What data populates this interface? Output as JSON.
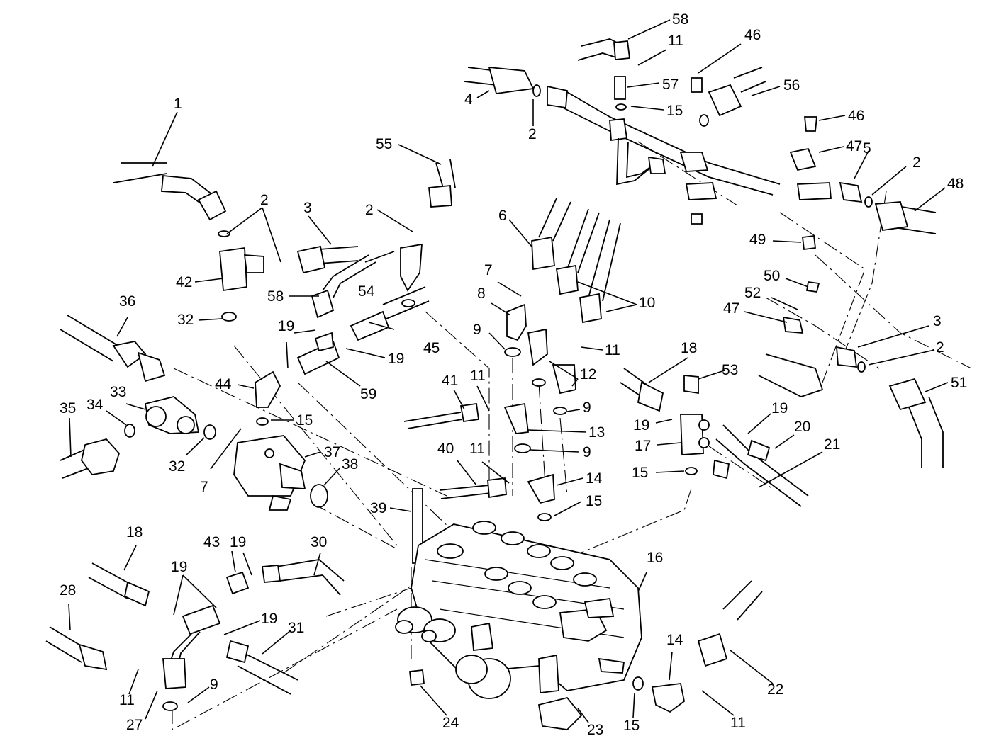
{
  "callouts": [
    {
      "id": "c1",
      "text": "1"
    },
    {
      "id": "c2a",
      "text": "2"
    },
    {
      "id": "c3a",
      "text": "3"
    },
    {
      "id": "c42",
      "text": "42"
    },
    {
      "id": "c32a",
      "text": "32"
    },
    {
      "id": "c36",
      "text": "36"
    },
    {
      "id": "c33",
      "text": "33"
    },
    {
      "id": "c34",
      "text": "34"
    },
    {
      "id": "c35",
      "text": "35"
    },
    {
      "id": "c32b",
      "text": "32"
    },
    {
      "id": "c7a",
      "text": "7"
    },
    {
      "id": "c37",
      "text": "37"
    },
    {
      "id": "c38",
      "text": "38"
    },
    {
      "id": "c15a",
      "text": "15"
    },
    {
      "id": "c44",
      "text": "44"
    },
    {
      "id": "c58a",
      "text": "58"
    },
    {
      "id": "c19a",
      "text": "19"
    },
    {
      "id": "c59",
      "text": "59"
    },
    {
      "id": "c19b",
      "text": "19"
    },
    {
      "id": "c45",
      "text": "45"
    },
    {
      "id": "c2b",
      "text": "2"
    },
    {
      "id": "c54",
      "text": "54"
    },
    {
      "id": "c55",
      "text": "55"
    },
    {
      "id": "c4",
      "text": "4"
    },
    {
      "id": "c2c",
      "text": "2"
    },
    {
      "id": "c58b",
      "text": "58"
    },
    {
      "id": "c11a",
      "text": "11"
    },
    {
      "id": "c57",
      "text": "57"
    },
    {
      "id": "c15b",
      "text": "15"
    },
    {
      "id": "c46a",
      "text": "46"
    },
    {
      "id": "c56",
      "text": "56"
    },
    {
      "id": "c46b",
      "text": "46"
    },
    {
      "id": "c47a",
      "text": "47"
    },
    {
      "id": "c5",
      "text": "5"
    },
    {
      "id": "c2d",
      "text": "2"
    },
    {
      "id": "c48",
      "text": "48"
    },
    {
      "id": "c49",
      "text": "49"
    },
    {
      "id": "c50",
      "text": "50"
    },
    {
      "id": "c52",
      "text": "52"
    },
    {
      "id": "c47b",
      "text": "47"
    },
    {
      "id": "c3b",
      "text": "3"
    },
    {
      "id": "c2e",
      "text": "2"
    },
    {
      "id": "c51",
      "text": "51"
    },
    {
      "id": "c6",
      "text": "6"
    },
    {
      "id": "c7b",
      "text": "7"
    },
    {
      "id": "c8",
      "text": "8"
    },
    {
      "id": "c10",
      "text": "10"
    },
    {
      "id": "c11b",
      "text": "11"
    },
    {
      "id": "c12",
      "text": "12"
    },
    {
      "id": "c9a",
      "text": "9"
    },
    {
      "id": "c9b",
      "text": "9"
    },
    {
      "id": "c41",
      "text": "41"
    },
    {
      "id": "c11c",
      "text": "11"
    },
    {
      "id": "c13",
      "text": "13"
    },
    {
      "id": "c9c",
      "text": "9"
    },
    {
      "id": "c40",
      "text": "40"
    },
    {
      "id": "c11d",
      "text": "11"
    },
    {
      "id": "c14a",
      "text": "14"
    },
    {
      "id": "c15c",
      "text": "15"
    },
    {
      "id": "c39",
      "text": "39"
    },
    {
      "id": "c18a",
      "text": "18"
    },
    {
      "id": "c53",
      "text": "53"
    },
    {
      "id": "c19c",
      "text": "19"
    },
    {
      "id": "c19d",
      "text": "19"
    },
    {
      "id": "c20",
      "text": "20"
    },
    {
      "id": "c17",
      "text": "17"
    },
    {
      "id": "c21",
      "text": "21"
    },
    {
      "id": "c15d",
      "text": "15"
    },
    {
      "id": "c16",
      "text": "16"
    },
    {
      "id": "c18b",
      "text": "18"
    },
    {
      "id": "c19e",
      "text": "19"
    },
    {
      "id": "c43",
      "text": "43"
    },
    {
      "id": "c19f",
      "text": "19"
    },
    {
      "id": "c30",
      "text": "30"
    },
    {
      "id": "c28",
      "text": "28"
    },
    {
      "id": "c19g",
      "text": "19"
    },
    {
      "id": "c31",
      "text": "31"
    },
    {
      "id": "c11e",
      "text": "11"
    },
    {
      "id": "c27",
      "text": "27"
    },
    {
      "id": "c9d",
      "text": "9"
    },
    {
      "id": "c24",
      "text": "24"
    },
    {
      "id": "c23",
      "text": "23"
    },
    {
      "id": "c14b",
      "text": "14"
    },
    {
      "id": "c15e",
      "text": "15"
    },
    {
      "id": "c11f",
      "text": "11"
    },
    {
      "id": "c22",
      "text": "22"
    }
  ]
}
